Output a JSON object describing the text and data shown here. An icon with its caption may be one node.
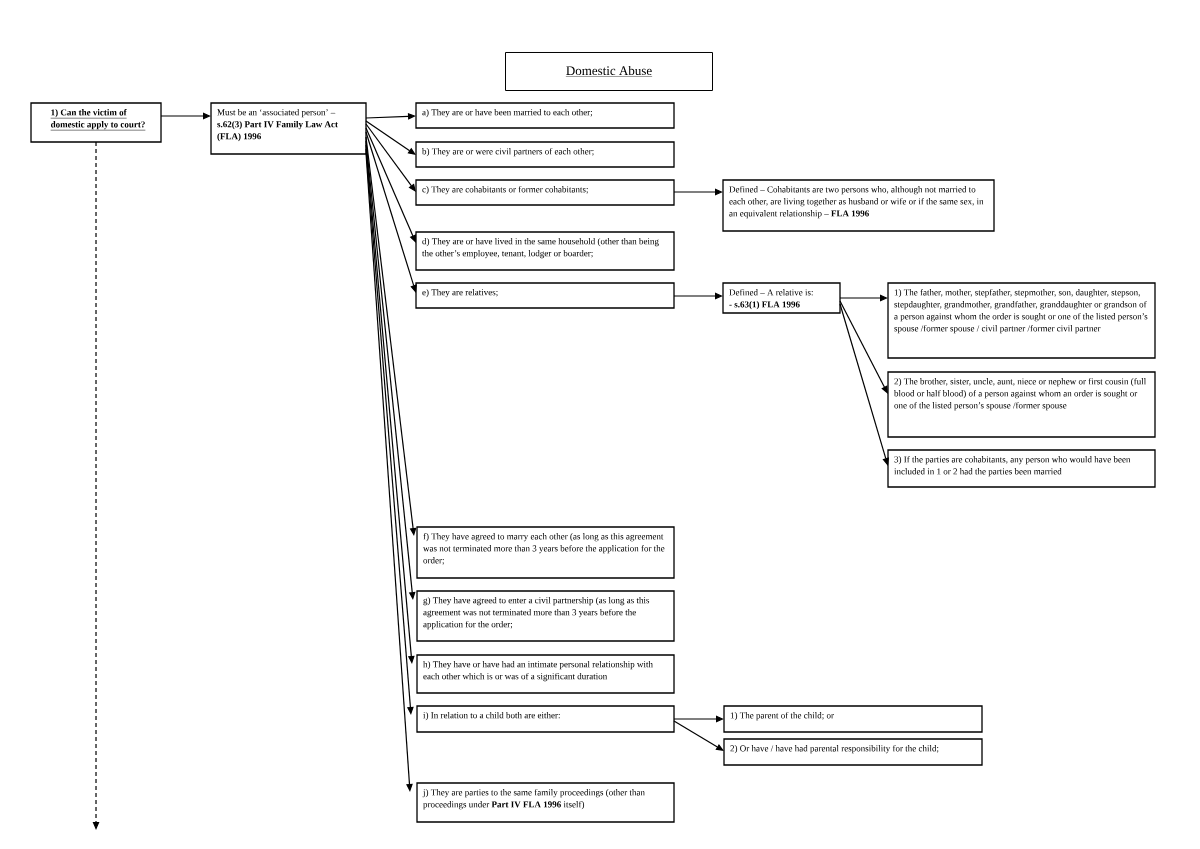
{
  "diagram": {
    "title": "Domestic Abuse",
    "nodes": [
      {
        "text": [
          "1) Can the victim of domestic apply to court?"
        ]
      },
      {
        "text": [
          "Must be an ‘associated person’ – **s.62(3) Part IV Family Law Act (FLA) 1996**"
        ]
      },
      {
        "text": [
          "a) They are or have been married to each other;"
        ]
      },
      {
        "text": [
          "b) They are or were civil partners of each other;"
        ]
      },
      {
        "text": [
          "c) They are cohabitants or former cohabitants;"
        ]
      },
      {
        "text": [
          "d) They are or have lived in the same household (other than being the other’s employee, tenant, lodger or boarder;"
        ]
      },
      {
        "text": [
          "e) They are relatives;"
        ]
      },
      {
        "text": [
          "Defined – Cohabitants are two persons who, although not married to each other, are living together as husband or wife or if the same sex, in an equivalent relationship – **FLA 1996**"
        ]
      },
      {
        "text": [
          "Defined – A relative is:",
          "- s.63(1) FLA 1996"
        ]
      },
      {
        "text": [
          "1) The father, mother, stepfather, stepmother, son, daughter, stepson, stepdaughter, grandmother, grandfather, granddaughter or grandson of a person against whom the order is sought or one of the listed person’s spouse /former spouse / civil partner /former civil partner"
        ]
      },
      {
        "text": [
          "2) The brother, sister, uncle, aunt, niece or nephew or first cousin (full blood or half blood) of a person against whom an order is sought or one of the listed person’s spouse /former spouse"
        ]
      },
      {
        "text": [
          "3) If the parties are cohabitants, any person who would have been included in 1 or 2 had the parties been married"
        ]
      },
      {
        "text": [
          "f) They have agreed to marry each other (as long as this agreement was not terminated more than 3 years before the application for the order;"
        ]
      },
      {
        "text": [
          "g) They have agreed to enter a civil partnership (as long as this agreement was not terminated more than 3 years before the application for the order;"
        ]
      },
      {
        "text": [
          "h) They have or have had an intimate personal relationship with each other which is or was of a significant duration"
        ]
      },
      {
        "text": [
          "i) In relation to a child both are either:"
        ]
      },
      {
        "text": [
          "j) They are parties to the same family proceedings (other than proceedings under **Part IV FLA 1996** itself)"
        ]
      },
      {
        "text": [
          "1) The parent of the child; or"
        ]
      },
      {
        "text": [
          "2) Or have / have had parental responsibility for the child;"
        ]
      }
    ],
    "edges": [
      {
        "from": 0,
        "to": 1,
        "arrow": "to"
      },
      {
        "from": 1,
        "to": 2,
        "arrow": "to"
      },
      {
        "from": 1,
        "to": 3,
        "arrow": "to"
      },
      {
        "from": 1,
        "to": 4,
        "arrow": "to"
      },
      {
        "from": 1,
        "to": 5,
        "arrow": "to"
      },
      {
        "from": 1,
        "to": 6,
        "arrow": "to"
      },
      {
        "from": 1,
        "to": 12,
        "arrow": "to"
      },
      {
        "from": 1,
        "to": 13,
        "arrow": "to"
      },
      {
        "from": 1,
        "to": 14,
        "arrow": "to"
      },
      {
        "from": 1,
        "to": 15,
        "arrow": "to"
      },
      {
        "from": 1,
        "to": 16,
        "arrow": "to"
      },
      {
        "from": 4,
        "to": 7,
        "arrow": "to"
      },
      {
        "from": 6,
        "to": 8,
        "arrow": "to"
      },
      {
        "from": 8,
        "to": 9,
        "arrow": "to"
      },
      {
        "from": 8,
        "to": 10,
        "arrow": "to"
      },
      {
        "from": 8,
        "to": 11,
        "arrow": "to"
      },
      {
        "from": 15,
        "to": 17,
        "arrow": "to"
      },
      {
        "from": 15,
        "to": 18,
        "arrow": "to"
      },
      {
        "from": 0,
        "to": null,
        "arrow": "to",
        "style": "dashed"
      }
    ]
  }
}
